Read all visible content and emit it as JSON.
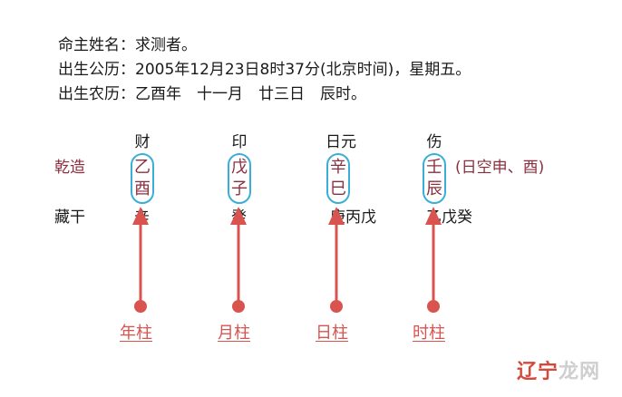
{
  "header": {
    "line1": "命主姓名：求测者。",
    "line2": "出生公历：2005年12月23日8时37分(北京时间)，星期五。",
    "line3": "出生农历：乙酉年　十一月　廿三日　辰时。"
  },
  "rows": {
    "qianzao": "乾造",
    "canggan": "藏干",
    "kongwang": "(日空申、酉)"
  },
  "pillars": [
    {
      "shishen": "财",
      "gan": "乙",
      "zhi": "酉",
      "canggan": "辛",
      "label": "年柱"
    },
    {
      "shishen": "印",
      "gan": "戊",
      "zhi": "子",
      "canggan": "癸",
      "label": "月柱"
    },
    {
      "shishen": "日元",
      "gan": "辛",
      "zhi": "巳",
      "canggan": "庚丙戊",
      "label": "日柱"
    },
    {
      "shishen": "伤",
      "gan": "壬",
      "zhi": "辰",
      "canggan": "乙戊癸",
      "label": "时柱"
    }
  ],
  "colors": {
    "ganzhi": "#8b2f3e",
    "oval": "#3aaed8",
    "arrow": "#d9534f"
  },
  "watermark": {
    "text_1": "辽宁",
    "text_2": "龙网"
  }
}
